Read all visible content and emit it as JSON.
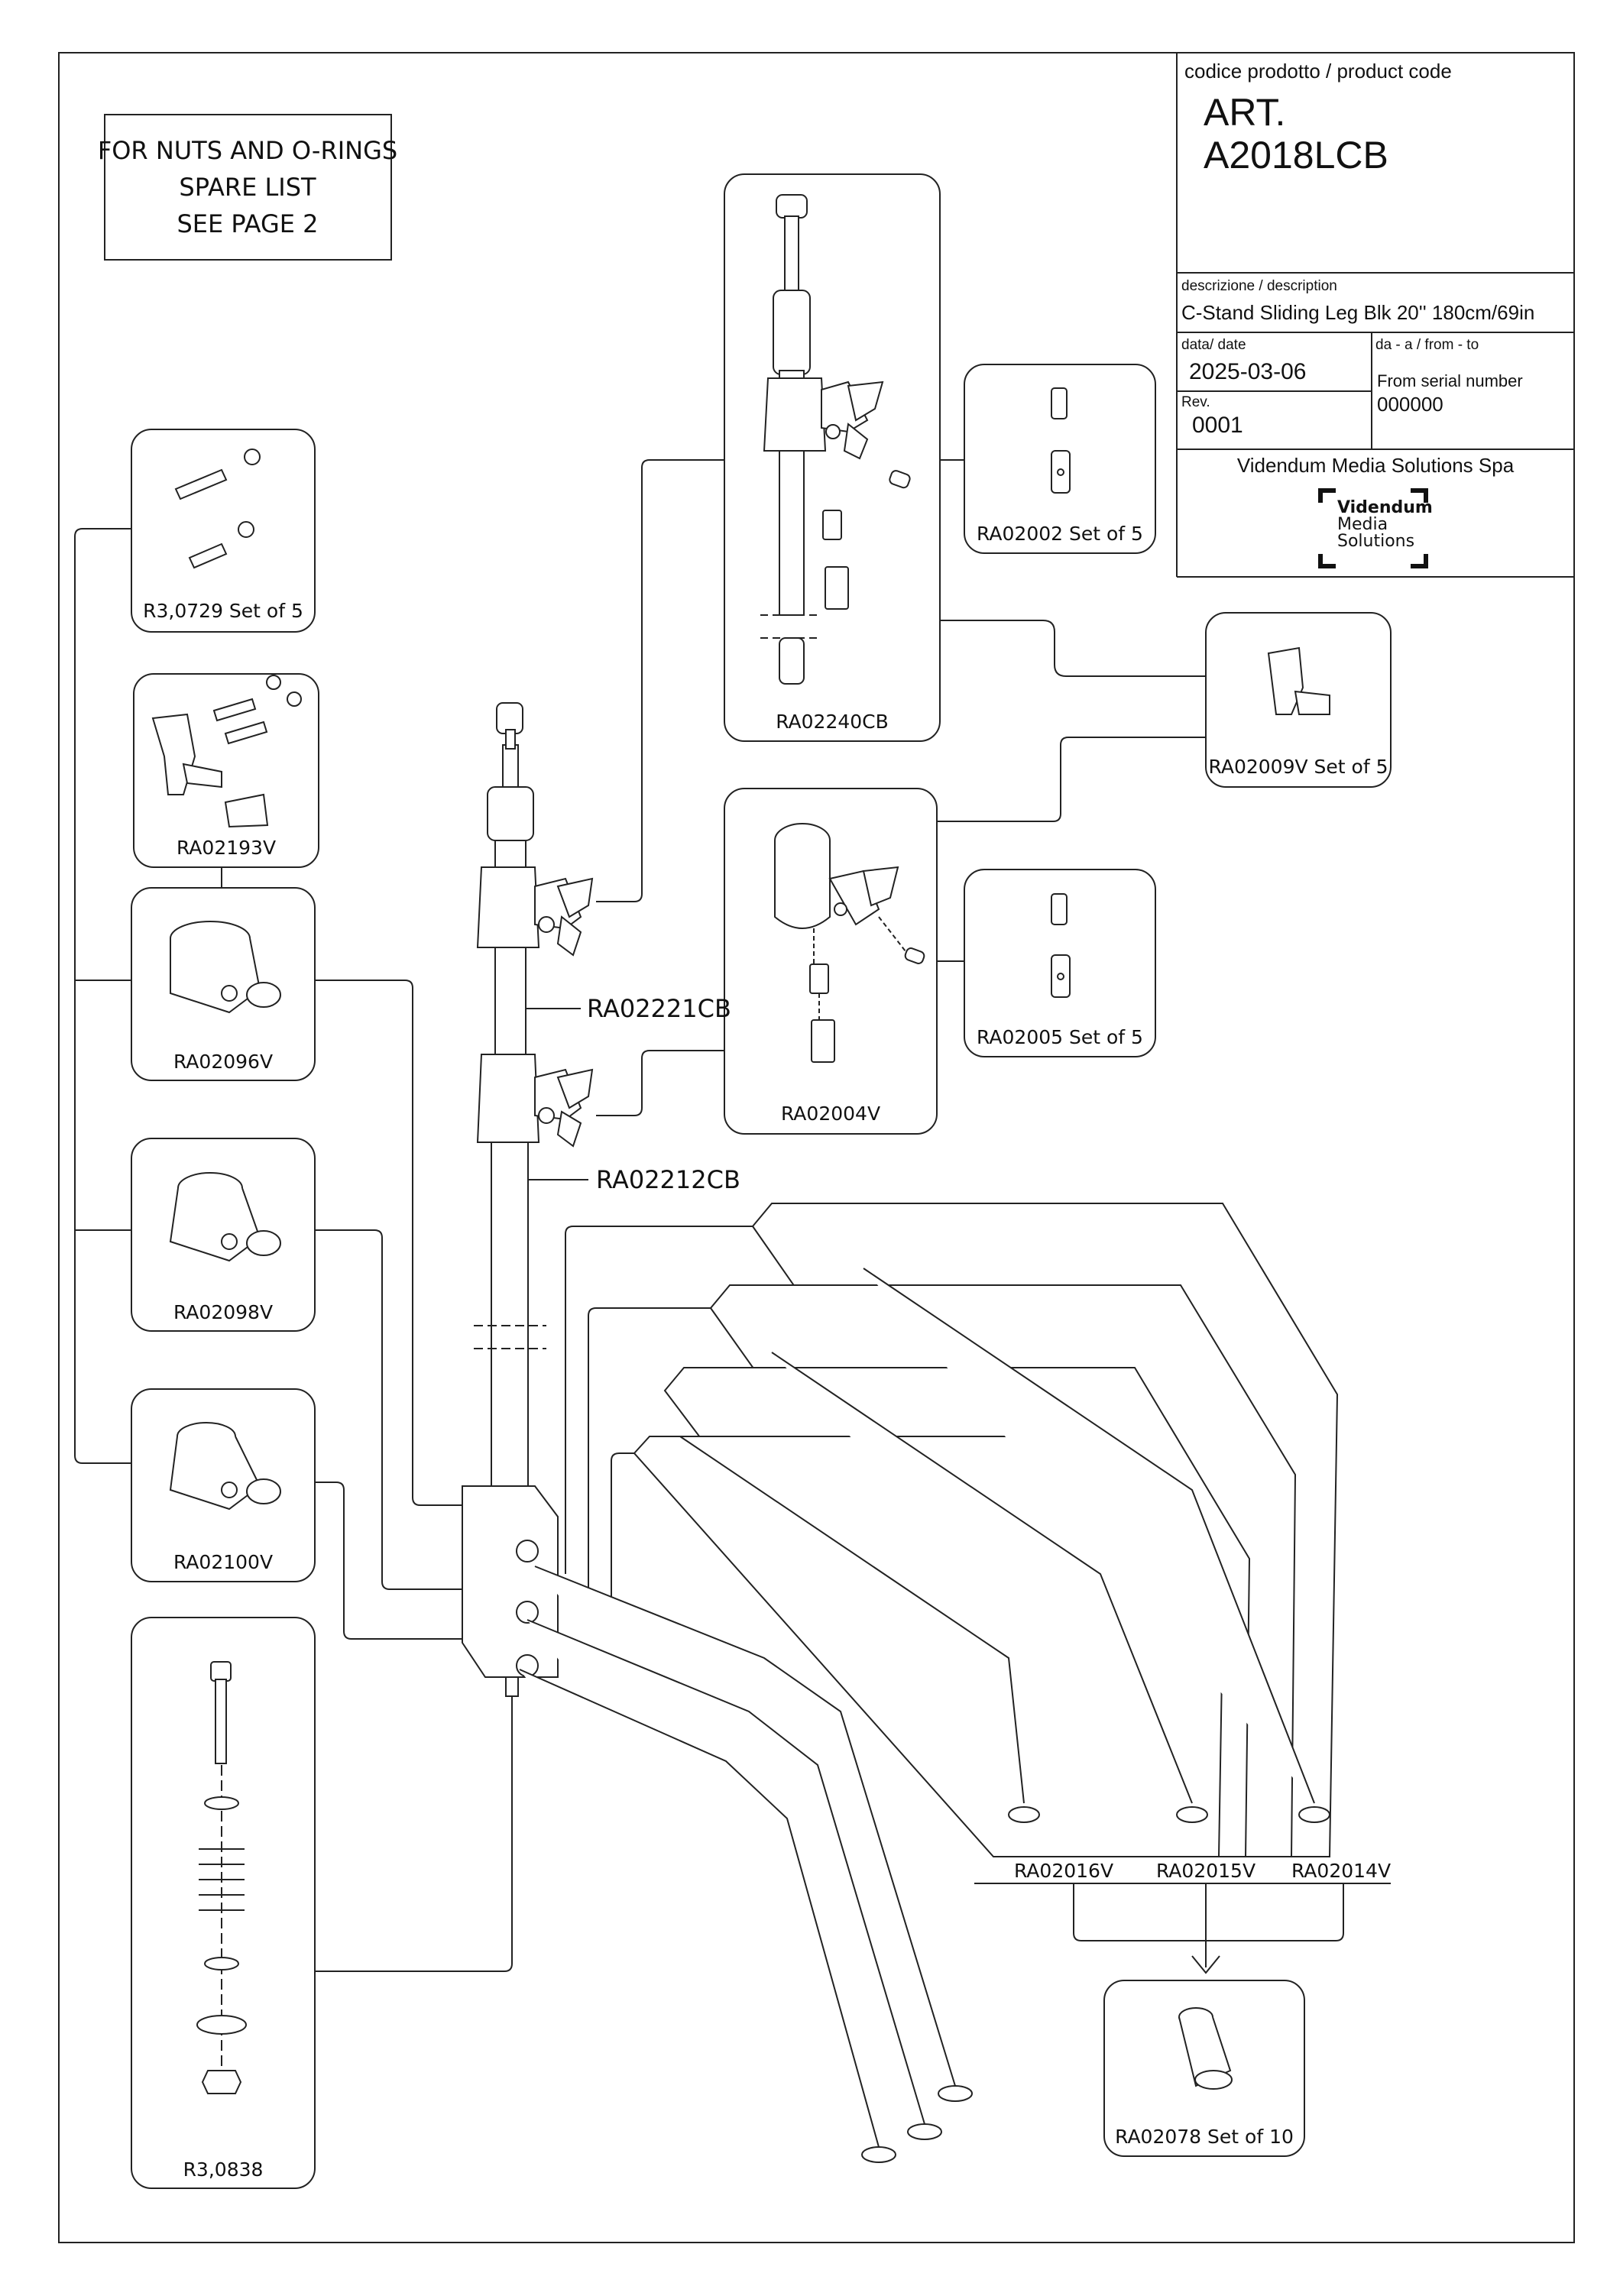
{
  "title_block": {
    "code_caption": "codice prodotto / product code",
    "art_prefix": "ART.",
    "art_code": "A2018LCB",
    "desc_caption": "descrizione / description",
    "description": "C-Stand Sliding Leg Blk 20'' 180cm/69in",
    "date_caption": "data/ date",
    "date": "2025-03-06",
    "from_caption": "da - a / from - to",
    "from_text": "From serial number",
    "serial": "000000",
    "rev_caption": "Rev.",
    "rev": "0001",
    "company": "Videndum Media Solutions Spa",
    "logo_lines": [
      "Videndum",
      "Media",
      "Solutions"
    ]
  },
  "note": {
    "lines": [
      "FOR NUTS AND O-RINGS",
      "SPARE LIST",
      "SEE PAGE 2"
    ]
  },
  "parts": {
    "r3_0729": "R3,0729 Set of 5",
    "ra02193v": "RA02193V",
    "ra02096v": "RA02096V",
    "ra02098v": "RA02098V",
    "ra02100v": "RA02100V",
    "r3_0838": "R3,0838",
    "ra02240cb": "RA02240CB",
    "ra02002": "RA02002 Set of 5",
    "ra02009v": "RA02009V Set of 5",
    "ra02004v": "RA02004V",
    "ra02005": "RA02005 Set of 5",
    "ra02221cb": "RA02221CB",
    "ra02212cb": "RA02212CB",
    "ra02016v": "RA02016V",
    "ra02015v": "RA02015V",
    "ra02014v": "RA02014V",
    "ra02078": "RA02078 Set of 10"
  }
}
